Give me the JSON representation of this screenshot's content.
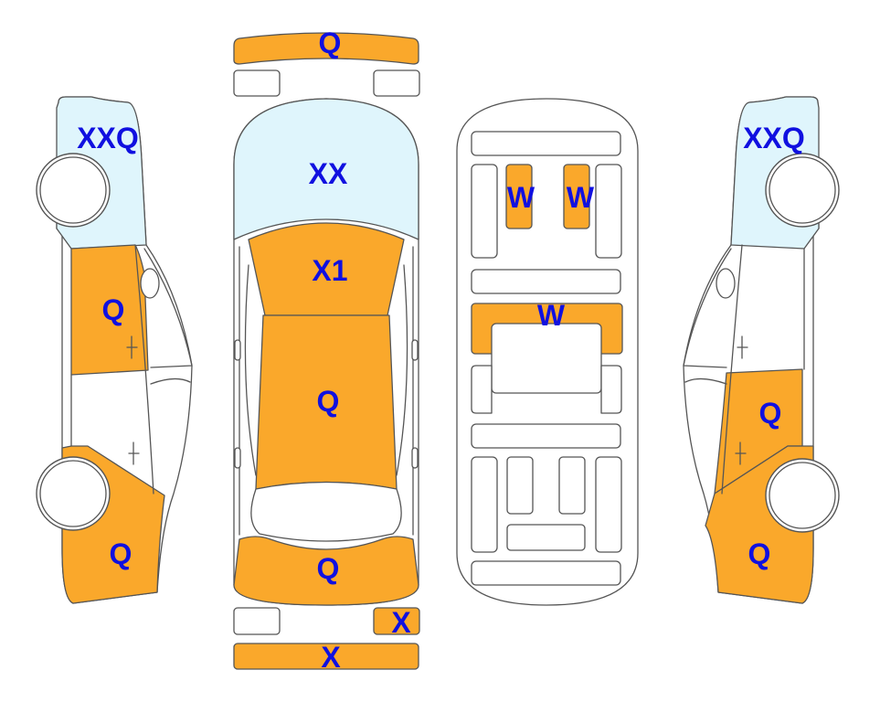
{
  "colors": {
    "damage_fill": "#FAA82B",
    "glass_fill": "#DFF5FC",
    "outline": "#555555",
    "code_text": "#1010E0"
  },
  "codes": {
    "front_bumper": "Q",
    "left_rear_quarter_window": "XXQ",
    "left_rear_door": "Q",
    "left_front_fender": "Q",
    "windshield": "XX",
    "hood_front": "X1",
    "hood": "Q",
    "top_rear": "Q",
    "rear_small_right": "X",
    "rear_bumper": "X",
    "interior_seat_left": "W",
    "interior_seat_right": "W",
    "interior_rear_bench": "W",
    "right_rear_quarter_window": "XXQ",
    "right_rear_door": "Q",
    "right_front_fender": "Q"
  }
}
